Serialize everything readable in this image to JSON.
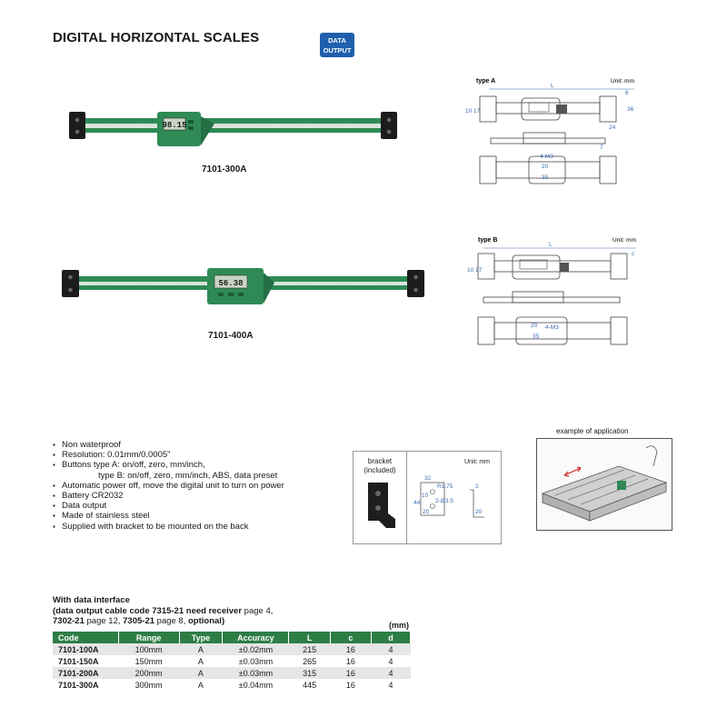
{
  "header": {
    "title": "DIGITAL HORIZONTAL SCALES",
    "badge_line1": "DATA",
    "badge_line2": "OUTPUT"
  },
  "products": [
    {
      "model": "7101-300A",
      "display_reading": "98.15"
    },
    {
      "model": "7101-400A",
      "display_reading": "56.38"
    }
  ],
  "diagrams": {
    "type_a": {
      "label": "type A",
      "unit": "Unit: mm",
      "dims": [
        "L",
        "6",
        "10",
        "17",
        "36",
        "24",
        "7",
        "4-M3",
        "20",
        "35"
      ]
    },
    "type_b": {
      "label": "type B",
      "unit": "Unit: mm",
      "dims": [
        "L",
        "c",
        "10",
        "17",
        "20",
        "4-M3",
        "35"
      ]
    }
  },
  "features": [
    "Non waterproof",
    "Resolution: 0.01mm/0.0005\"",
    "Buttons type A: on/off, zero, mm/inch,",
    "type B: on/off, zero, mm/inch, ABS, data preset",
    "Automatic power off, move the digital unit to turn on power",
    "Battery CR2032",
    "Data output",
    "Made of stainless steel",
    "Supplied with bracket to be mounted on the back"
  ],
  "bracket": {
    "label_line1": "bracket",
    "label_line2": "(included)",
    "unit": "Unit: mm",
    "dims": [
      "32",
      "R1.75",
      "10",
      "44",
      "2-Ø3.5",
      "20",
      "2",
      "20"
    ]
  },
  "application": {
    "label": "example of application"
  },
  "interface_note": {
    "line1": "With data interface",
    "line2_bold_a": "(data output cable code 7315-21 need receiver ",
    "line2_normal": "page 4,",
    "line3_bold_a": "7302-21 ",
    "line3_normal_a": "page 12, ",
    "line3_bold_b": "7305-21 ",
    "line3_normal_b": "page 8, ",
    "line3_bold_c": "optional)"
  },
  "table": {
    "unit": "(mm)",
    "headers": [
      "Code",
      "Range",
      "Type",
      "Accuracy",
      "L",
      "c",
      "d"
    ],
    "rows": [
      [
        "7101-100A",
        "100mm",
        "A",
        "±0.02mm",
        "215",
        "16",
        "4"
      ],
      [
        "7101-150A",
        "150mm",
        "A",
        "±0.03mm",
        "265",
        "16",
        "4"
      ],
      [
        "7101-200A",
        "200mm",
        "A",
        "±0.03mm",
        "315",
        "16",
        "4"
      ],
      [
        "7101-300A",
        "300mm",
        "A",
        "±0.04mm",
        "445",
        "16",
        "4"
      ]
    ]
  },
  "colors": {
    "table_header": "#2d7d45",
    "badge": "#1f5fae",
    "device_green": "#2f8a55"
  }
}
